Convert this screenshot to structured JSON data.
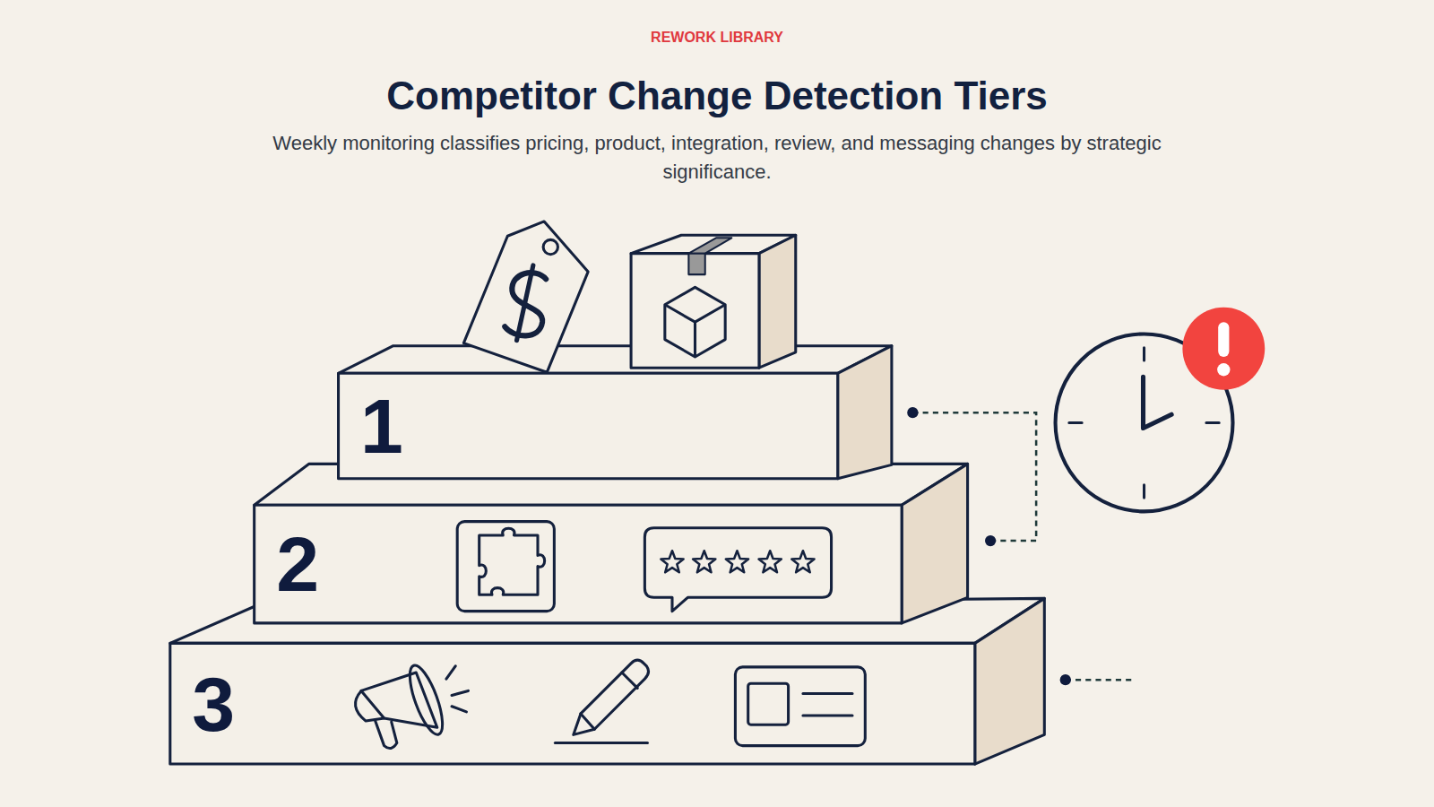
{
  "diagram": {
    "title": "Competitor Change Detection Tiers",
    "caption": "Weekly monitoring classifies pricing, product, integration, review, and messaging changes by strategic significance.",
    "nodes": [
      {
        "text": [
          "1"
        ]
      },
      {
        "text": [
          "2"
        ]
      },
      {
        "text": [
          "3"
        ]
      }
    ],
    "labels": [
      "REWORK LIBRARY"
    ]
  }
}
